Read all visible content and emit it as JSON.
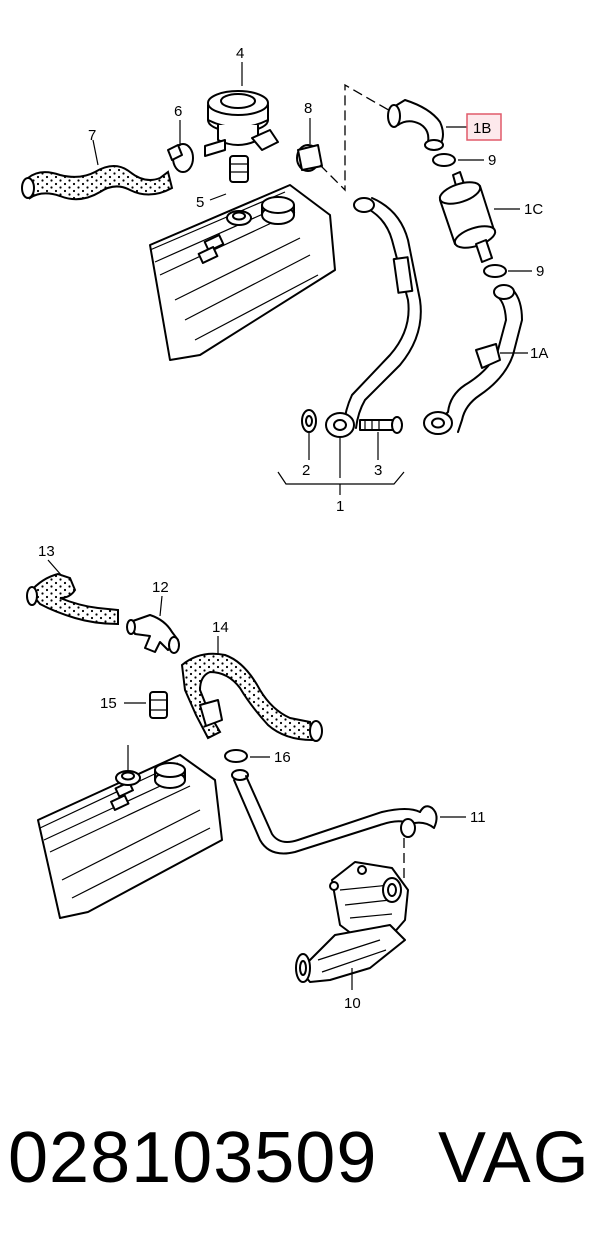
{
  "diagram": {
    "labels": {
      "l4": "4",
      "l6": "6",
      "l7": "7",
      "l8": "8",
      "l5": "5",
      "l1B": "1B",
      "l9a": "9",
      "l1C": "1C",
      "l9b": "9",
      "l1A": "1A",
      "l2": "2",
      "l3": "3",
      "l1": "1",
      "l13": "13",
      "l12": "12",
      "l14": "14",
      "l15": "15",
      "l16": "16",
      "l11": "11",
      "l10": "10"
    },
    "highlight_color": "#e05a6a"
  },
  "footer": {
    "part_number": "028103509",
    "brand": "VAG"
  }
}
